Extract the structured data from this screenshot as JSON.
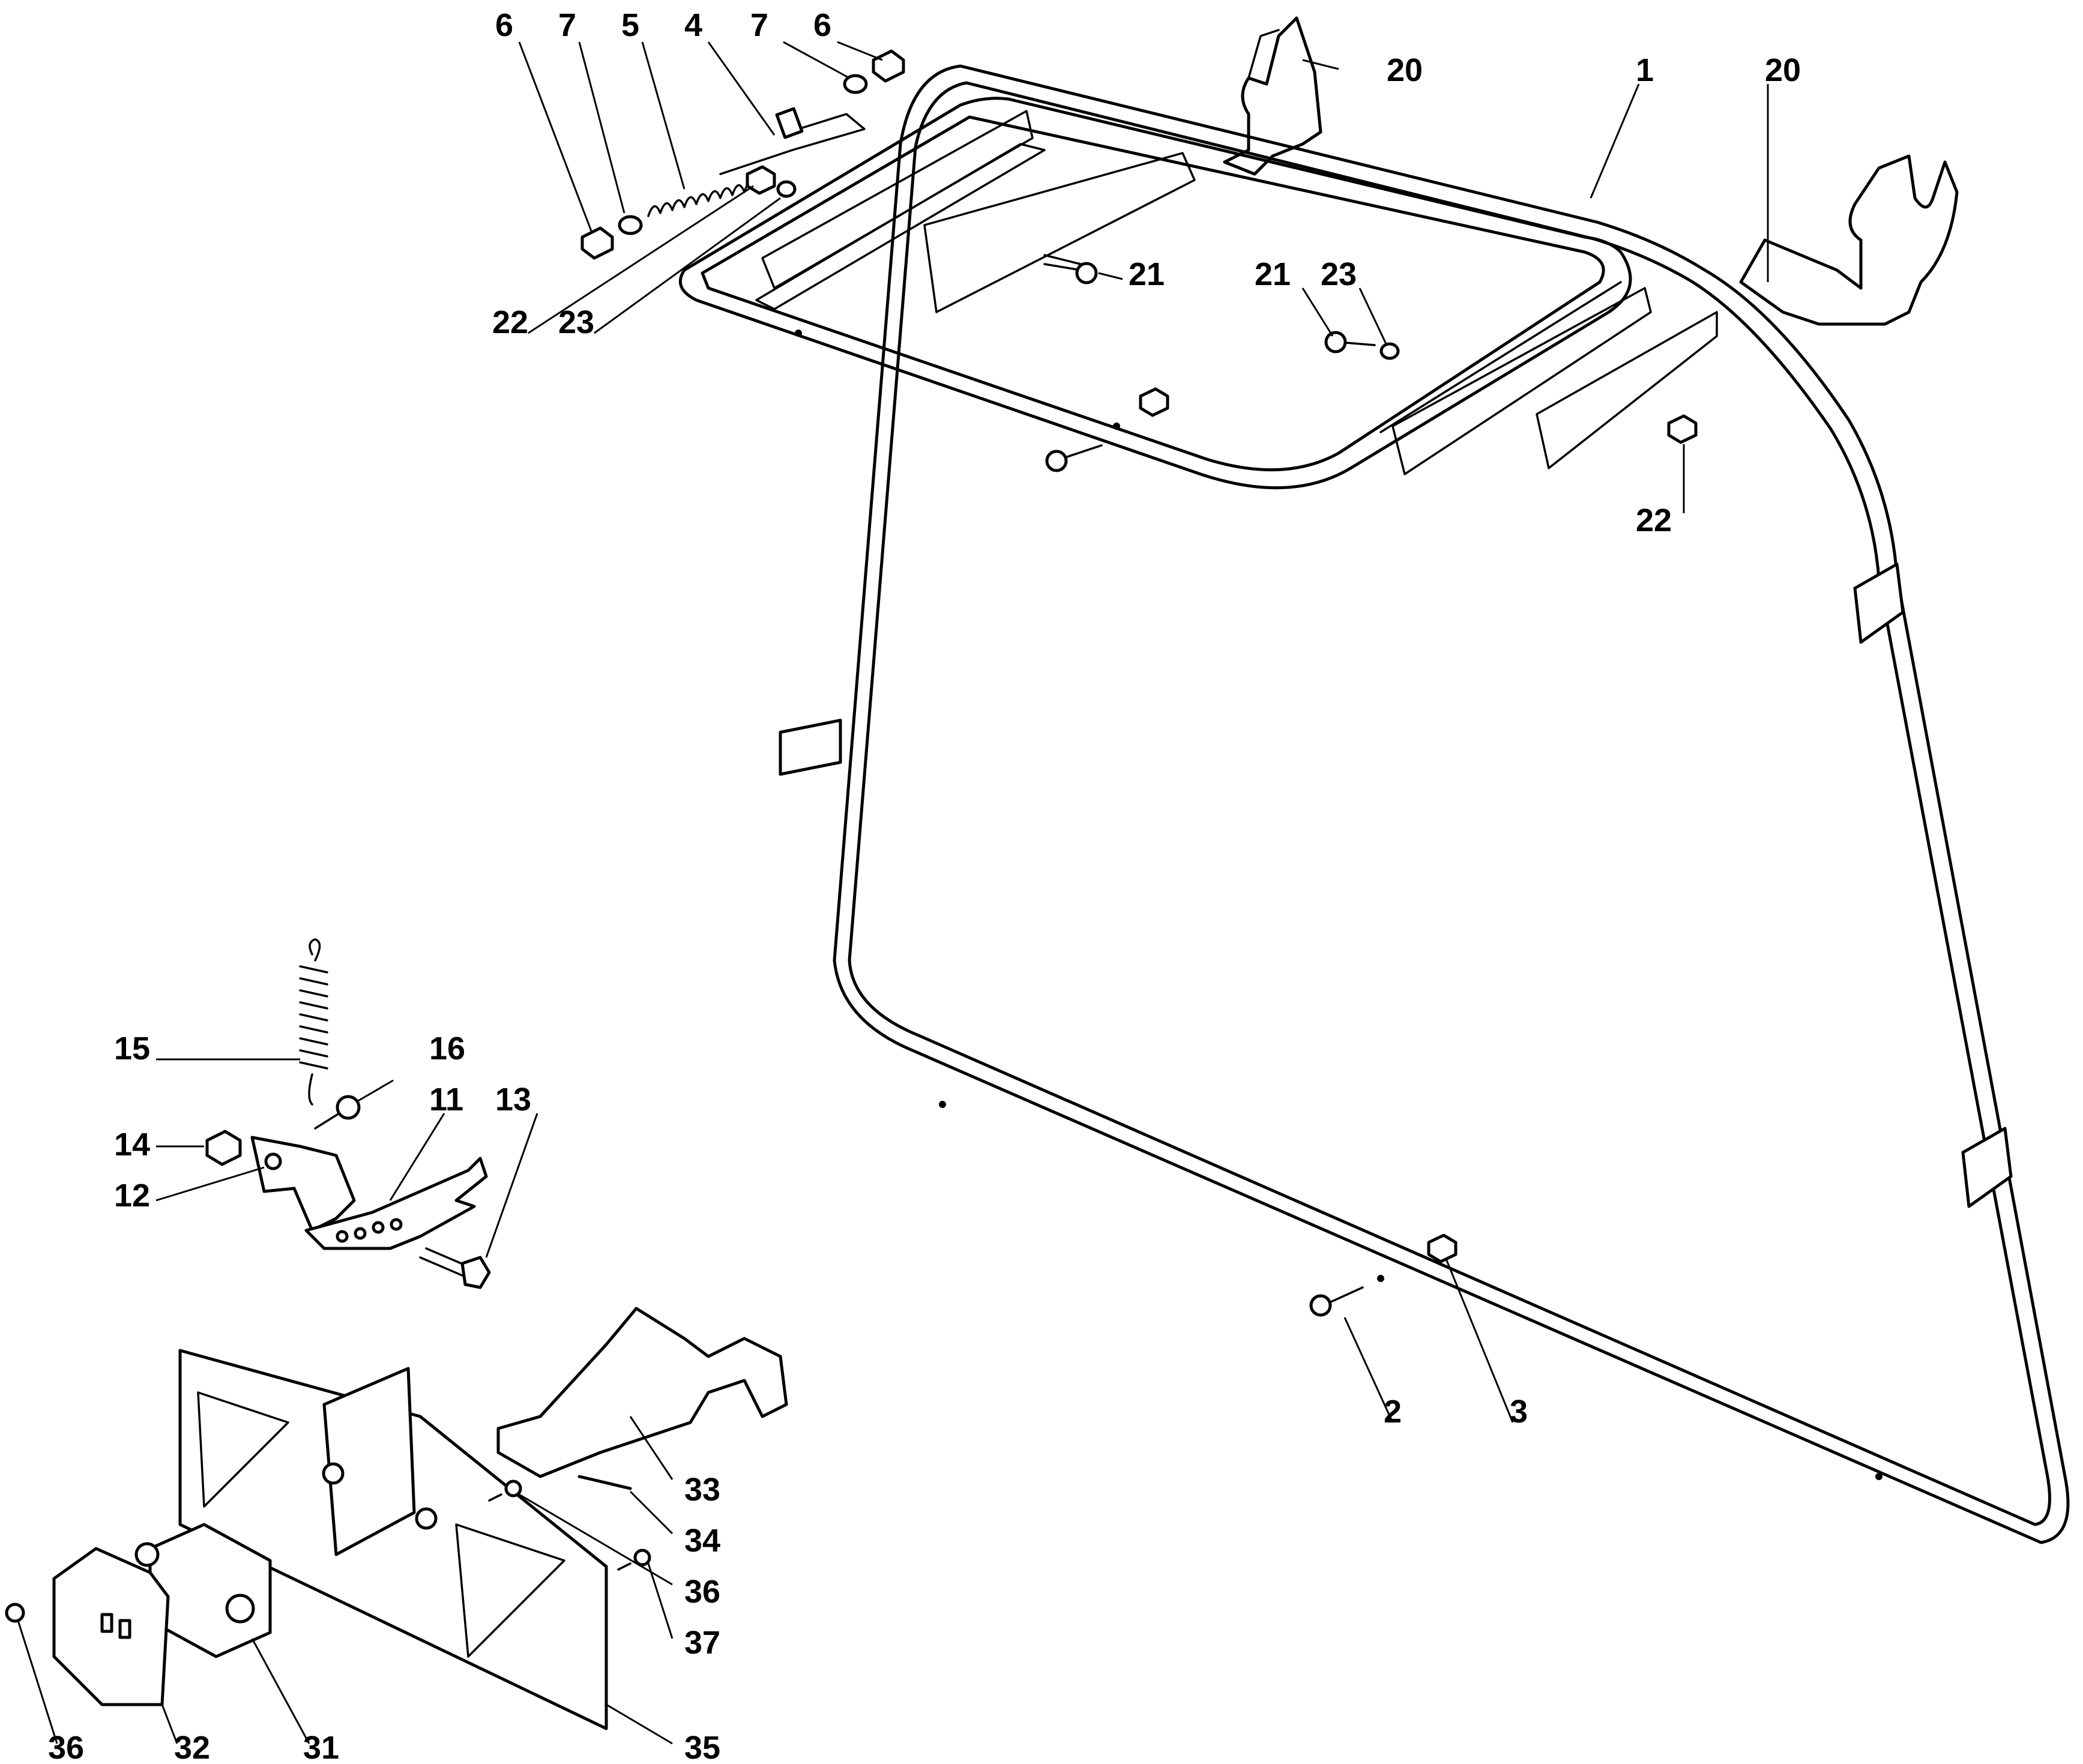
{
  "callouts": {
    "c1": "1",
    "c2": "2",
    "c3": "3",
    "c4": "4",
    "c5": "5",
    "c6a": "6",
    "c6b": "6",
    "c7a": "7",
    "c7b": "7",
    "c11": "11",
    "c12": "12",
    "c13": "13",
    "c14": "14",
    "c15": "15",
    "c16": "16",
    "c20a": "20",
    "c20b": "20",
    "c21a": "21",
    "c21b": "21",
    "c22a": "22",
    "c22b": "22",
    "c23a": "23",
    "c23b": "23",
    "c31": "31",
    "c32": "32",
    "c33": "33",
    "c34": "34",
    "c35": "35",
    "c36a": "36",
    "c36b": "36",
    "c37": "37"
  }
}
